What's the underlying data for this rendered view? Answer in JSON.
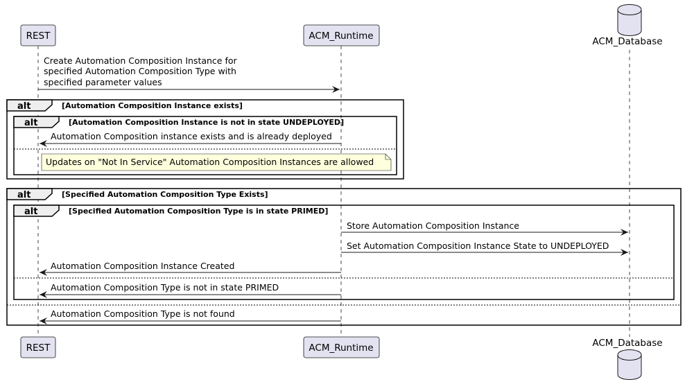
{
  "participants": {
    "rest": "REST",
    "runtime": "ACM_Runtime",
    "database": "ACM_Database"
  },
  "messages": {
    "create_line1": "Create Automation Composition Instance for",
    "create_line2": "specified Automation Composition Type with",
    "create_line3": "specified parameter values",
    "already_deployed": "Automation Composition instance exists and is already deployed",
    "store_instance": "Store Automation Composition Instance",
    "set_state": "Set Automation Composition Instance State to UNDEPLOYED",
    "instance_created": "Automation Composition Instance Created",
    "not_primed": "Automation Composition Type is not in state PRIMED",
    "not_found": "Automation Composition Type is not found"
  },
  "fragments": {
    "alt_keyword": "alt",
    "instance_exists_guard": "[Automation Composition Instance exists]",
    "not_undeployed_guard": "[Automation Composition Instance is not in state UNDEPLOYED]",
    "type_exists_guard": "[Specified Automation Composition Type Exists]",
    "type_primed_guard": "[Specified Automation Composition Type is in state PRIMED]"
  },
  "note": {
    "text": "Updates on \"Not In Service\" Automation Composition Instances are allowed"
  },
  "colors": {
    "participant_fill": "#E2E2F0",
    "participant_border": "#181818",
    "note_fill": "#FEFFDD",
    "alt_tab_fill": "#EEEEEE",
    "lifeline": "#181818"
  }
}
